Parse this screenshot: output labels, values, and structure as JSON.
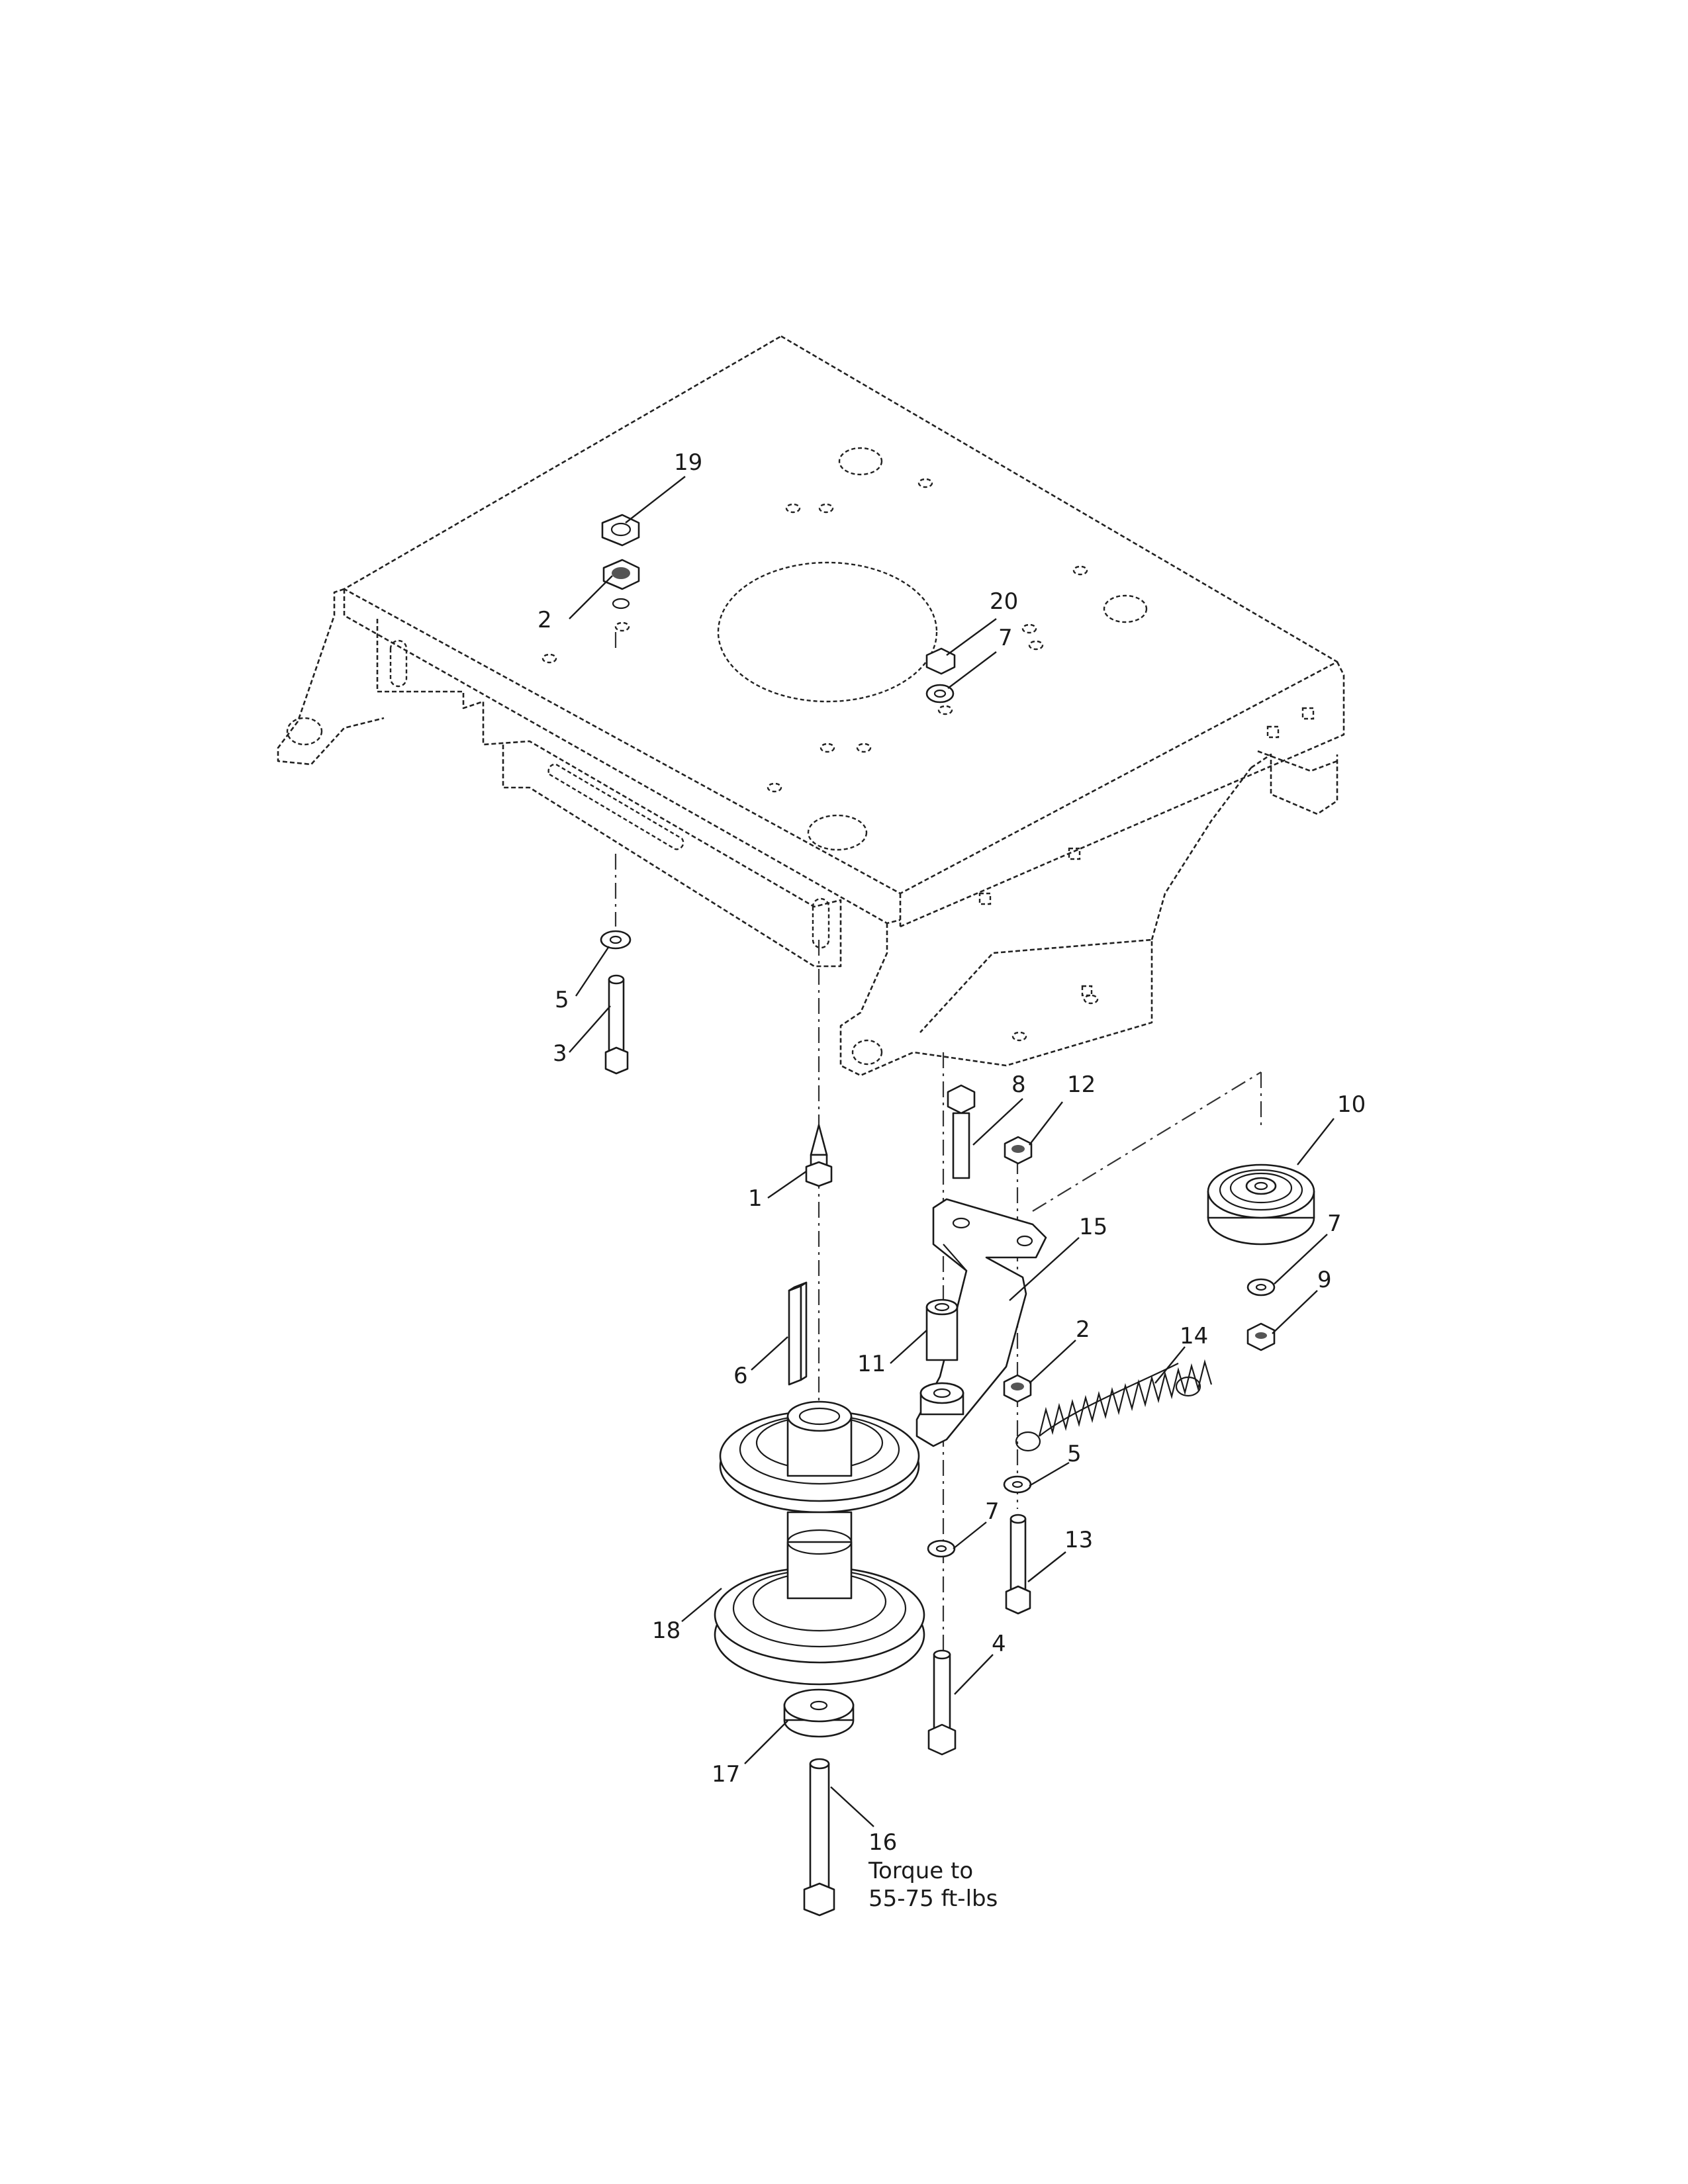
{
  "callouts": [
    {
      "id": "19",
      "text": "19"
    },
    {
      "id": "2a",
      "text": "2"
    },
    {
      "id": "20",
      "text": "20"
    },
    {
      "id": "7a",
      "text": "7"
    },
    {
      "id": "5a",
      "text": "5"
    },
    {
      "id": "3",
      "text": "3"
    },
    {
      "id": "8",
      "text": "8"
    },
    {
      "id": "12",
      "text": "12"
    },
    {
      "id": "10",
      "text": "10"
    },
    {
      "id": "1",
      "text": "1"
    },
    {
      "id": "15",
      "text": "15"
    },
    {
      "id": "7b",
      "text": "7"
    },
    {
      "id": "9",
      "text": "9"
    },
    {
      "id": "6",
      "text": "6"
    },
    {
      "id": "11",
      "text": "11"
    },
    {
      "id": "2b",
      "text": "2"
    },
    {
      "id": "14",
      "text": "14"
    },
    {
      "id": "5b",
      "text": "5"
    },
    {
      "id": "7c",
      "text": "7"
    },
    {
      "id": "13",
      "text": "13"
    },
    {
      "id": "18",
      "text": "18"
    },
    {
      "id": "4",
      "text": "4"
    },
    {
      "id": "17",
      "text": "17"
    },
    {
      "id": "16",
      "text": "16"
    }
  ],
  "torque_note": {
    "line1": "Torque to",
    "line2": "55-75 ft-lbs"
  }
}
